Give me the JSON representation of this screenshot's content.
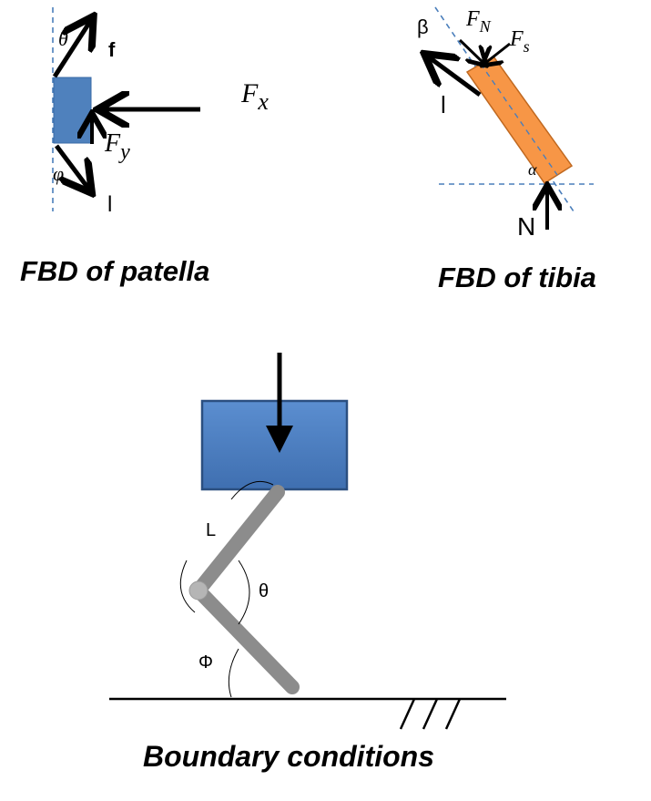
{
  "captions": {
    "patella": "FBD of patella",
    "tibia": "FBD of tibia",
    "boundary": "Boundary conditions"
  },
  "patella_labels": {
    "theta": "θ",
    "f": "f",
    "fx": "F",
    "fx_sub": "x",
    "fy": "F",
    "fy_sub": "y",
    "phi": "φ",
    "l": "l"
  },
  "tibia_labels": {
    "beta": "β",
    "fn": "F",
    "fn_sub": "N",
    "fs": "F",
    "fs_sub": "s",
    "l": "l",
    "alpha": "α",
    "n": "N"
  },
  "boundary_labels": {
    "l": "L",
    "theta": "θ",
    "phi": "Φ"
  },
  "colors": {
    "patella_block": "#4f81bd",
    "tibia_bar": "#f79646",
    "dashed_line": "#4a7ebb",
    "leg_segment": "#8c8c8c",
    "ink": "#000000"
  }
}
